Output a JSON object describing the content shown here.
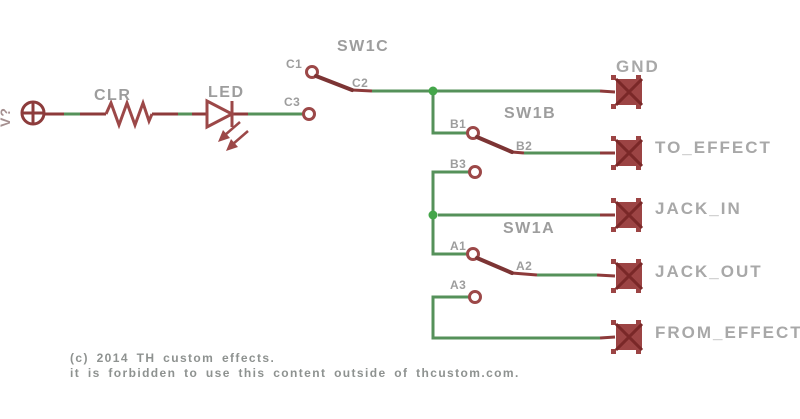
{
  "colors": {
    "background": "#ffffff",
    "net_green": "#55915a",
    "junction_green": "#44a64a",
    "symbol_red": "#9c4848",
    "pin_red": "#8d3a3a",
    "lever_red": "#7c3434",
    "pad_red": "#9c4444",
    "pad_cross_red": "#7a2828",
    "label_gray": "#9d9d9d",
    "net_label_gray": "#a8a8a8",
    "copyright_gray": "#8e9290"
  },
  "supply": {
    "label": "V?"
  },
  "parts": {
    "resistor_label": "CLR",
    "led_label": "LED"
  },
  "switches": [
    {
      "name": "SW1C",
      "pins": [
        "C1",
        "C2",
        "C3"
      ]
    },
    {
      "name": "SW1B",
      "pins": [
        "B1",
        "B2",
        "B3"
      ]
    },
    {
      "name": "SW1A",
      "pins": [
        "A1",
        "A2",
        "A3"
      ]
    }
  ],
  "nets": [
    "GND",
    "TO_EFFECT",
    "JACK_IN",
    "JACK_OUT",
    "FROM_EFFECT"
  ],
  "copyright": {
    "line1": "(c) 2014 TH custom effects.",
    "line2": "it is forbidden to use this content outside of thcustom.com."
  }
}
